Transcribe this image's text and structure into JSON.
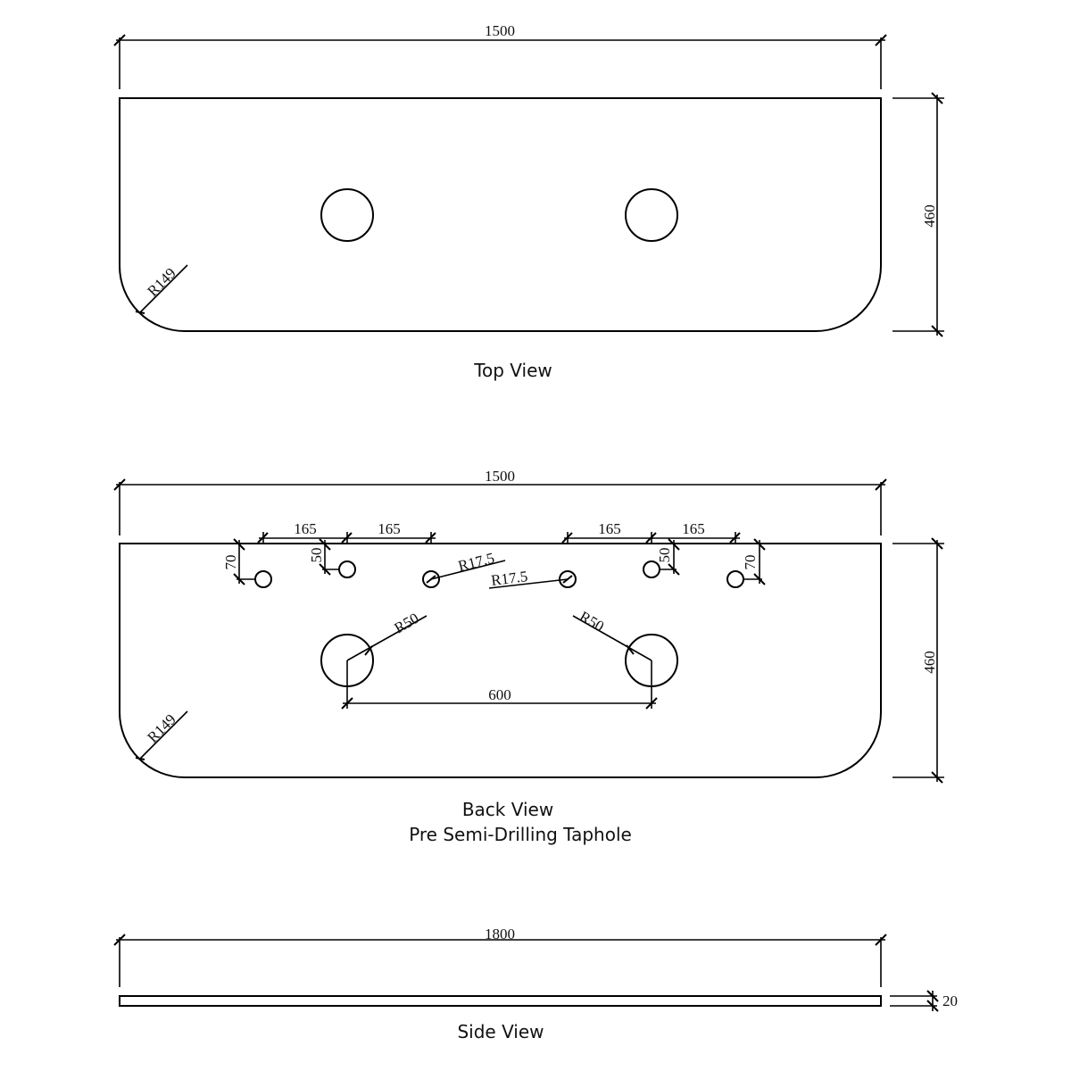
{
  "top_view": {
    "caption": "Top View",
    "width_dim": "1500",
    "depth_dim": "460",
    "radius_dim": "R149"
  },
  "back_view": {
    "caption_line1": "Back View",
    "caption_line2": "Pre Semi-Drilling Taphole",
    "width_dim": "1500",
    "depth_dim": "460",
    "radius_dim": "R149",
    "spacing_left_1": "165",
    "spacing_left_2": "165",
    "spacing_right_1": "165",
    "spacing_right_2": "165",
    "offset_left_outer": "70",
    "offset_left_inner": "50",
    "offset_right_inner": "50",
    "offset_right_outer": "70",
    "taphole_radius_left": "R17.5",
    "taphole_radius_right": "R17.5",
    "waste_radius_left": "R50",
    "waste_radius_right": "R50",
    "waste_spacing": "600"
  },
  "side_view": {
    "caption": "Side View",
    "length_dim": "1800",
    "thickness_dim": "20"
  },
  "colors": {
    "line": "#000000",
    "background": "#ffffff"
  }
}
